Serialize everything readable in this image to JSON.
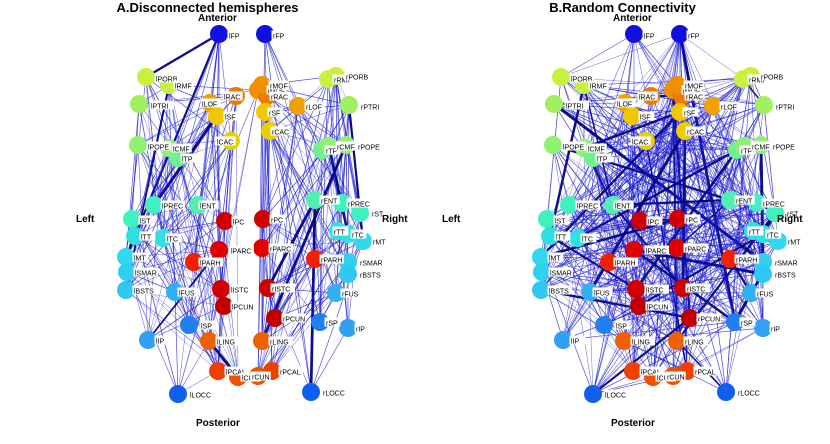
{
  "panel_a": {
    "title": "A.Disconnected hemispheres",
    "anterior": "Anterior",
    "posterior": "Posterior",
    "left": "Left",
    "right": "Right",
    "connectivity": "disconnected"
  },
  "panel_b": {
    "title": "B.Random Connectivity",
    "anterior": "Anterior",
    "posterior": "Posterior",
    "left": "Left",
    "right": "Right",
    "connectivity": "random"
  },
  "colors": {
    "edge": "#1a1ad0",
    "edge_dark": "#000080",
    "label_box": "#ffffff"
  },
  "nodes": [
    {
      "label": "lFP",
      "color": "#1010e0"
    },
    {
      "label": "rFP",
      "color": "#1010e0"
    },
    {
      "label": "lPORB",
      "color": "#c8f040"
    },
    {
      "label": "lRMF",
      "color": "#c8f040"
    },
    {
      "label": "lPTRI",
      "color": "#a0f060"
    },
    {
      "label": "lLOF",
      "color": "#f0a000"
    },
    {
      "label": "lRAC",
      "color": "#f07800"
    },
    {
      "label": "lMOF",
      "color": "#f09000"
    },
    {
      "label": "lSF",
      "color": "#f0c800"
    },
    {
      "label": "lCAC",
      "color": "#e8d000"
    },
    {
      "label": "lPOPE",
      "color": "#90f070"
    },
    {
      "label": "lCMF",
      "color": "#90f070"
    },
    {
      "label": "lTP",
      "color": "#70f090"
    },
    {
      "label": "rRAC",
      "color": "#f07800"
    },
    {
      "label": "rMOF",
      "color": "#f09000"
    },
    {
      "label": "rLOF",
      "color": "#f0a000"
    },
    {
      "label": "rSF",
      "color": "#f0c800"
    },
    {
      "label": "rCAC",
      "color": "#e8d000"
    },
    {
      "label": "rRMF",
      "color": "#c8f040"
    },
    {
      "label": "rPORB",
      "color": "#c8f040"
    },
    {
      "label": "rPTRI",
      "color": "#a0f060"
    },
    {
      "label": "rTP",
      "color": "#70f090"
    },
    {
      "label": "rCMF",
      "color": "#90f070"
    },
    {
      "label": "rPOPE",
      "color": "#90f070"
    },
    {
      "label": "lST",
      "color": "#40f0c0"
    },
    {
      "label": "lPREC",
      "color": "#40f0c0"
    },
    {
      "label": "lENT",
      "color": "#50f0b0"
    },
    {
      "label": "lPC",
      "color": "#d00000"
    },
    {
      "label": "rPC",
      "color": "#d00000"
    },
    {
      "label": "rENT",
      "color": "#50f0b0"
    },
    {
      "label": "rPREC",
      "color": "#40f0c0"
    },
    {
      "label": "rST",
      "color": "#40f0c0"
    },
    {
      "label": "lTT",
      "color": "#30e0e0"
    },
    {
      "label": "lTC",
      "color": "#30e0e0"
    },
    {
      "label": "lPARC",
      "color": "#e00000"
    },
    {
      "label": "rPARC",
      "color": "#e00000"
    },
    {
      "label": "rTT",
      "color": "#30e0e0"
    },
    {
      "label": "rTC",
      "color": "#30e0e0"
    },
    {
      "label": "rMT",
      "color": "#30d8f0"
    },
    {
      "label": "lMT",
      "color": "#30d8f0"
    },
    {
      "label": "lPARH",
      "color": "#f02000"
    },
    {
      "label": "rPARH",
      "color": "#f02000"
    },
    {
      "label": "lSMAR",
      "color": "#30d0f0"
    },
    {
      "label": "rSMAR",
      "color": "#30d0f0"
    },
    {
      "label": "rBSTS",
      "color": "#30c8f0"
    },
    {
      "label": "lBSTS",
      "color": "#30c8f0"
    },
    {
      "label": "lFUS",
      "color": "#30b0f0"
    },
    {
      "label": "lISTC",
      "color": "#d00000"
    },
    {
      "label": "rISTC",
      "color": "#d00000"
    },
    {
      "label": "rFUS",
      "color": "#30b0f0"
    },
    {
      "label": "lPCUN",
      "color": "#c00000"
    },
    {
      "label": "rPCUN",
      "color": "#c00000"
    },
    {
      "label": "lSP",
      "color": "#2080f0"
    },
    {
      "label": "rSP",
      "color": "#2080f0"
    },
    {
      "label": "lIP",
      "color": "#30a0f0"
    },
    {
      "label": "rIP",
      "color": "#30a0f0"
    },
    {
      "label": "lLING",
      "color": "#f06000"
    },
    {
      "label": "rLING",
      "color": "#f06000"
    },
    {
      "label": "lPCAL",
      "color": "#f04000"
    },
    {
      "label": "rPCAL",
      "color": "#f04000"
    },
    {
      "label": "lCUN",
      "color": "#f05000"
    },
    {
      "label": "rCUN",
      "color": "#f05000"
    },
    {
      "label": "lLOCC",
      "color": "#1060f0"
    },
    {
      "label": "rLOCC",
      "color": "#1060f0"
    }
  ]
}
